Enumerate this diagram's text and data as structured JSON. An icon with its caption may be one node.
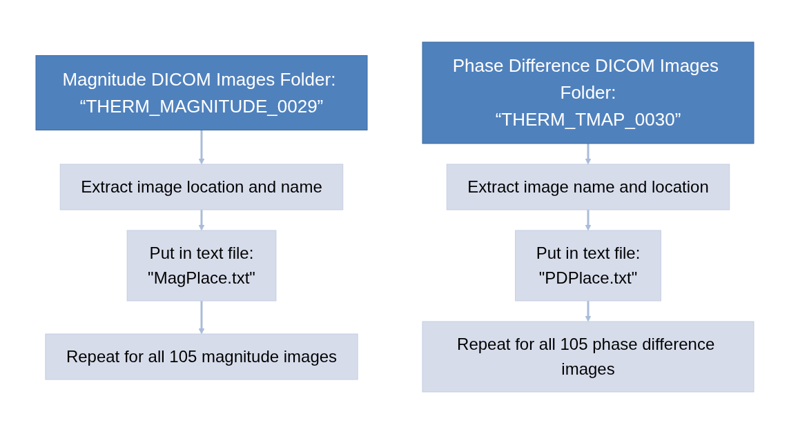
{
  "diagram": {
    "nodes": [
      {
        "text": [
          "Magnitude DICOM Images Folder: “THERM_MAGNITUDE_0029”"
        ]
      },
      {
        "text": [
          "Extract image location and name"
        ]
      },
      {
        "text": [
          "Put in text file:",
          "\"MagPlace.txt\""
        ]
      },
      {
        "text": [
          "Repeat for all 105 magnitude images"
        ]
      },
      {
        "text": [
          "Phase Difference DICOM Images Folder:",
          "“THERM_TMAP_0030”"
        ]
      },
      {
        "text": [
          "Extract image name and location"
        ]
      },
      {
        "text": [
          "Put in text file:",
          "\"PDPlace.txt\""
        ]
      },
      {
        "text": [
          "Repeat for all 105 phase difference images"
        ]
      }
    ],
    "edges": [
      {
        "from": 0,
        "to": 1,
        "arrow": "to"
      },
      {
        "from": 1,
        "to": 2,
        "arrow": "to"
      },
      {
        "from": 2,
        "to": 3,
        "arrow": "to"
      },
      {
        "from": 4,
        "to": 5,
        "arrow": "to"
      },
      {
        "from": 5,
        "to": 6,
        "arrow": "to"
      },
      {
        "from": 6,
        "to": 7,
        "arrow": "to"
      }
    ]
  }
}
